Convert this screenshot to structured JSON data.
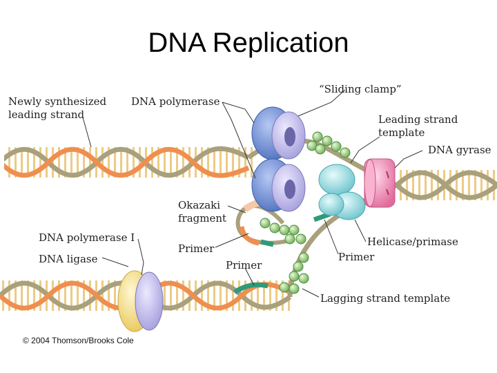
{
  "slide_title": "DNA Replication",
  "labels": {
    "newly_synthesized": "Newly synthesized leading strand",
    "dna_polymerase": "DNA polymerase",
    "sliding_clamp": "“Sliding clamp”",
    "leading_template": "Leading strand template",
    "dna_gyrase": "DNA gyrase",
    "okazaki": "Okazaki fragment",
    "dna_pol_1": "DNA polymerase I",
    "dna_ligase": "DNA ligase",
    "primer_left": "Primer",
    "primer_mid": "Primer",
    "primer_right": "Primer",
    "helicase": "Helicase/primase",
    "lagging_template": "Lagging strand template"
  },
  "copyright": "© 2004 Thomson/Brooks Cole",
  "colors": {
    "strand_tan": "#b9b08a",
    "strand_orange": "#f08c4a",
    "rung": "#d9c27a",
    "polymerase_blue": "#6f8fd0",
    "clamp_lavender": "#c8c4ec",
    "gyrase_pink": "#f08fb6",
    "helicase_cyan": "#9fdce0",
    "ssb_green": "#8fcf7a",
    "primer_teal": "#2f9a7a",
    "pol1_yellow": "#f7e28a"
  }
}
